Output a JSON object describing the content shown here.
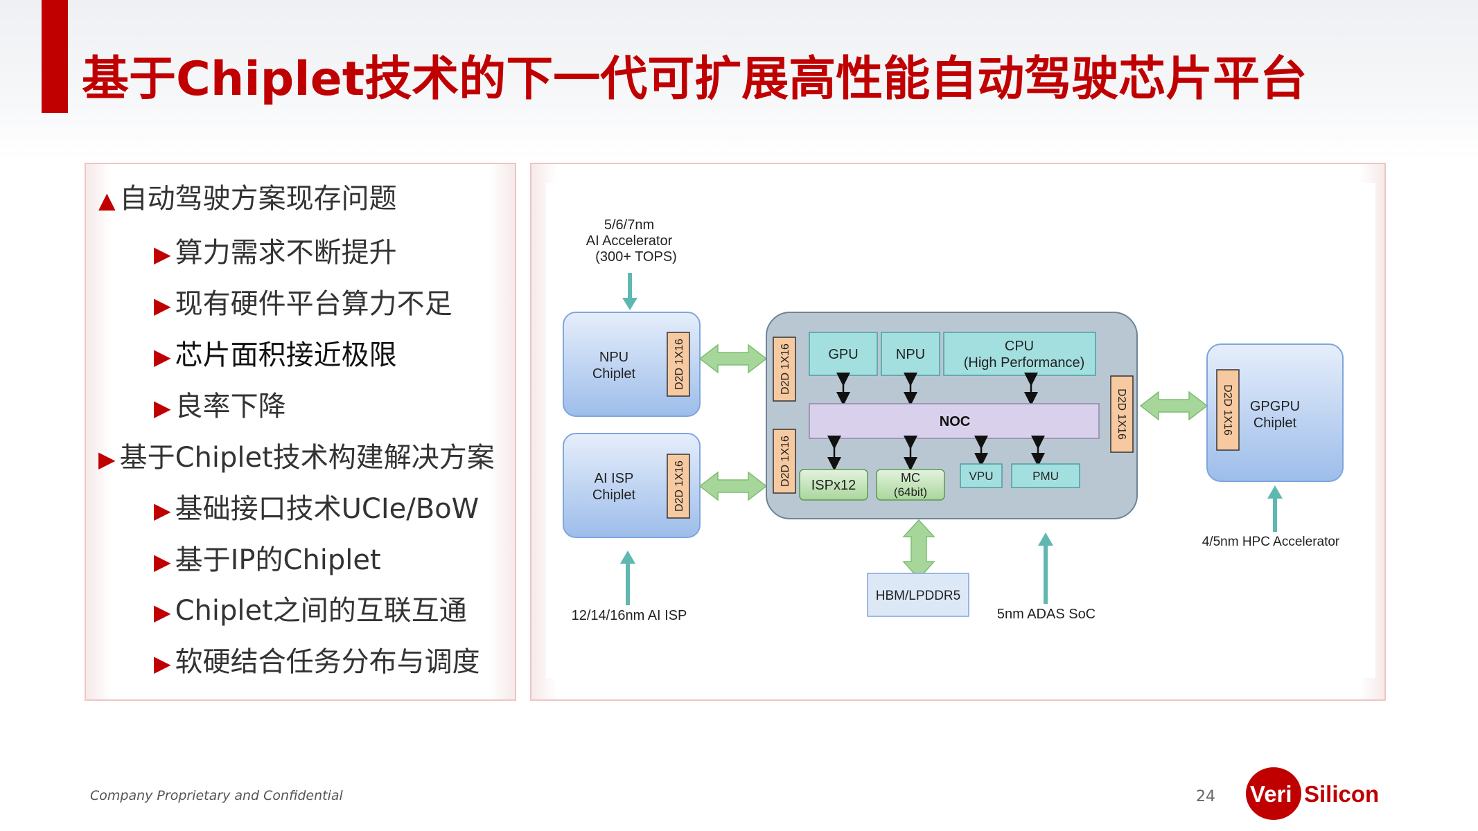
{
  "slide": {
    "title": "基于Chiplet技术的下一代可扩展高性能自动驾驶芯片平台",
    "page_number": "24",
    "footer": "Company Proprietary and Confidential",
    "accent_color": "#c00000"
  },
  "outline": [
    {
      "marker": "▲",
      "text": "自动驾驶方案现存问题",
      "level": 1
    },
    {
      "marker": "▶",
      "text": "算力需求不断提升",
      "level": 2
    },
    {
      "marker": "▶",
      "text": "现有硬件平台算力不足",
      "level": 2
    },
    {
      "marker": "▶",
      "text": "芯片面积接近极限",
      "level": 2
    },
    {
      "marker": "▶",
      "text": "良率下降",
      "level": 2
    },
    {
      "marker": "▶",
      "text": "基于Chiplet技术构建解决方案",
      "level": 1
    },
    {
      "marker": "▶",
      "text": "基础接口技术UCIe/BoW",
      "level": 2
    },
    {
      "marker": "▶",
      "text": "基于IP的Chiplet",
      "level": 2
    },
    {
      "marker": "▶",
      "text": "Chiplet之间的互联互通",
      "level": 2
    },
    {
      "marker": "▶",
      "text": "软硬结合任务分布与调度",
      "level": 2
    }
  ],
  "diagram": {
    "ai_accel": [
      "5/6/7nm",
      "AI Accelerator",
      "(300+ TOPS)"
    ],
    "npu_chiplet": [
      "NPU",
      "Chiplet"
    ],
    "isp_chiplet": [
      "AI ISP",
      "Chiplet"
    ],
    "gpgpu_chiplet": [
      "GPGPU",
      "Chiplet"
    ],
    "d2d": "D2D 1X16",
    "gpu": "GPU",
    "npu": "NPU",
    "cpu": [
      "CPU",
      "(High Performance)"
    ],
    "noc": "NOC",
    "ispx12": "ISPx12",
    "mc": [
      "MC",
      "(64bit)"
    ],
    "vpu": "VPU",
    "pmu": "PMU",
    "hbm": "HBM/LPDDR5",
    "isp_node": "12/14/16nm AI ISP",
    "adas": "5nm ADAS SoC",
    "hpc": "4/5nm HPC Accelerator"
  },
  "logo": {
    "part1": "Veri",
    "part2": "Silicon"
  }
}
